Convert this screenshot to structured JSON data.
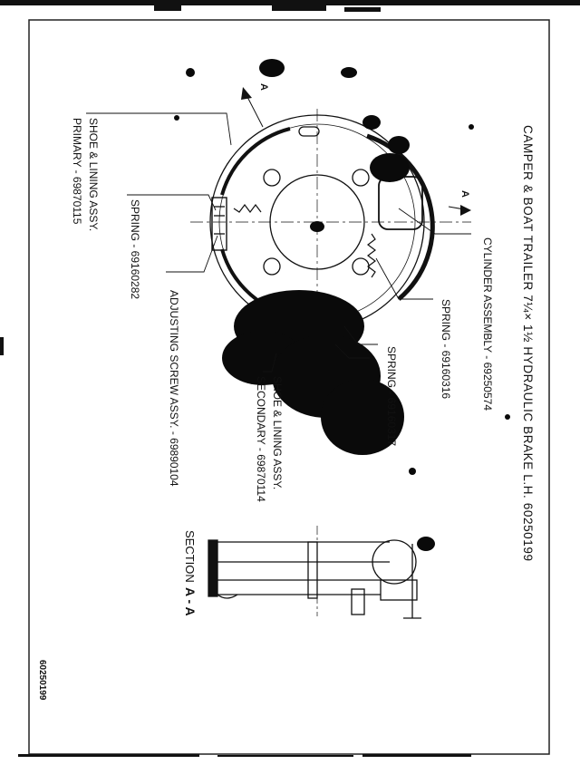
{
  "title": "CAMPER & BOAT TRAILER 7¼× 1½ HYDRAULIC BRAKE L.H. 60250199",
  "labels": {
    "cylinder": "CYLINDER ASSEMBLY - 69250574",
    "spring_top": "SPRING - 69160316",
    "spring_mid": "SPRING - 69160317",
    "shoe_secondary": "SHOE & LINING ASSY.",
    "shoe_secondary_part": "SECONDARY - 69870114",
    "adjusting_screw": "ADJUSTING SCREW ASSY. - 69890104",
    "spring_bottom": "SPRING - 69160282",
    "shoe_primary": "SHOE & LINING ASSY.",
    "shoe_primary_part": "PRIMARY - 69870115",
    "section_word": "SECTION",
    "section_id": "A - A",
    "section_marker_a1": "A",
    "section_marker_a2": "A",
    "doc_number": "60250199"
  },
  "colors": {
    "ink": "#111111",
    "paper": "#ffffff",
    "stain": "#0a0a0a"
  }
}
